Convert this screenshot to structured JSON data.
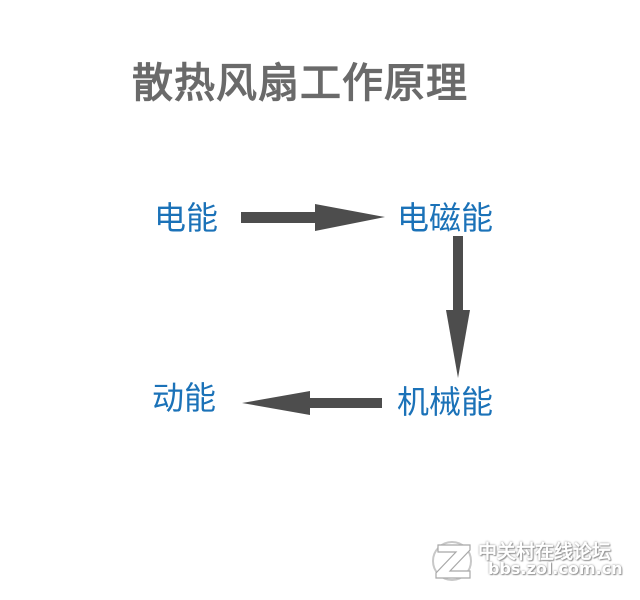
{
  "title": "散热风扇工作原理",
  "nodes": {
    "electric": "电能",
    "electromagnetic": "电磁能",
    "mechanical": "机械能",
    "kinetic": "动能"
  },
  "colors": {
    "title": "#6a6a6a",
    "node_text": "#1b72b8",
    "arrow": "#4d4d4d"
  },
  "watermark": {
    "site_name": "中关村在线论坛",
    "url": "bbs.zol.com.cn"
  }
}
